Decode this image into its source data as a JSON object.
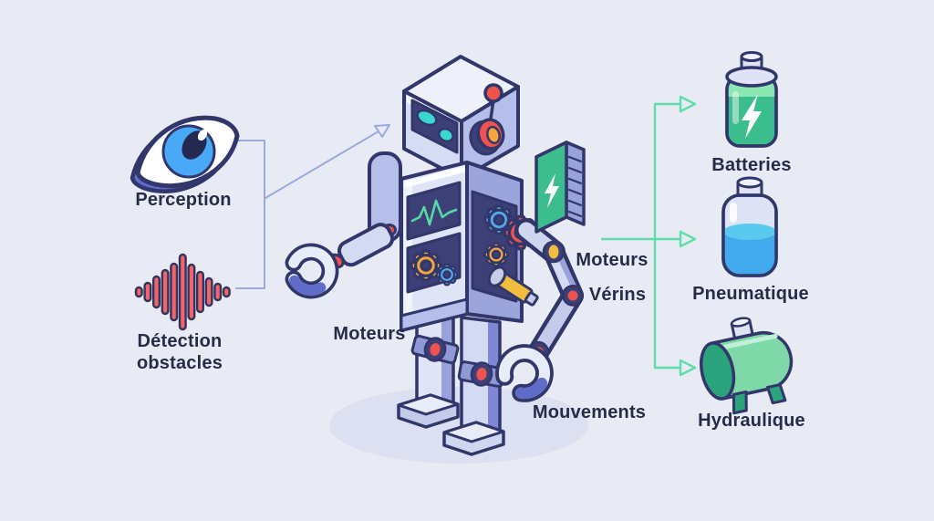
{
  "labels": {
    "perception": "Perception",
    "detection": [
      "Détection",
      "obstacles"
    ],
    "moteurs_left": "Moteurs",
    "moteurs_right": "Moteurs",
    "verins": "Vérins",
    "mouvements": "Mouvements",
    "batteries": "Batteries",
    "pneumatique": "Pneumatique",
    "hydraulique": "Hydraulique"
  },
  "icons": {
    "perception": "eye-icon",
    "detection": "soundwave-icon",
    "center": "robot-illustration",
    "energy_pack": "battery-pack-icon",
    "batteries": "battery-icon",
    "pneumatique": "air-tank-icon",
    "hydraulique": "hydraulic-tank-icon"
  },
  "colors": {
    "background": "#e9ebf4",
    "outline_navy": "#31366b",
    "text": "#262b49",
    "connector_blue": "#9aa9de",
    "connector_green": "#5eddab",
    "energy_green": "#3cbd8d",
    "energy_green_light": "#8ce7b2",
    "fluid_blue": "#41a9ec",
    "fluid_blue_light": "#5ac9ee",
    "tank_green": "#7ed8a8",
    "tank_green_dark": "#2ba37d",
    "wave_red": "#f2636a",
    "robot_body": "#d4daf2",
    "panel_navy": "#3d4077",
    "accent_red": "#ee5350",
    "accent_orange": "#f5a63b",
    "accent_yellow": "#f2bc3f",
    "gear_blue": "#54aae8",
    "eye_teal": "#3cd8d0",
    "iris_blue": "#49a9f7",
    "ecg_green": "#56d9a2"
  }
}
